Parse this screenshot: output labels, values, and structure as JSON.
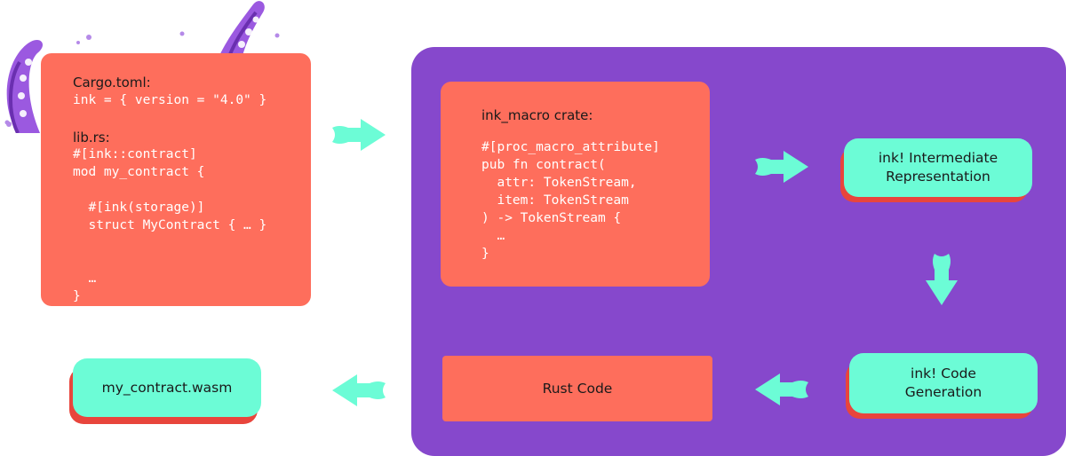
{
  "colors": {
    "coral": "#fe6e5c",
    "mint": "#6cfcd6",
    "purple": "#8648cc",
    "shadow_red": "#e8453c",
    "tentacle": "#9b59e0"
  },
  "source_box": {
    "cargo_label": "Cargo.toml:",
    "cargo_line": "ink = { version = \"4.0\" }",
    "lib_label": "lib.rs:",
    "lines": [
      "#[ink::contract]",
      "mod my_contract {",
      "",
      "  #[ink(storage)]",
      "  struct MyContract { … }",
      "",
      "",
      "  …",
      "}"
    ]
  },
  "macro_box": {
    "title": "ink_macro crate:",
    "lines": [
      "#[proc_macro_attribute]",
      "pub fn contract(",
      "  attr: TokenStream,",
      "  item: TokenStream",
      ") -> TokenStream {",
      "  …",
      "}"
    ]
  },
  "ir_box": {
    "line1": "ink! Intermediate",
    "line2": "Representation"
  },
  "codegen_box": {
    "line1": "ink! Code",
    "line2": "Generation"
  },
  "rust_box": {
    "label": "Rust Code"
  },
  "wasm_box": {
    "label": "my_contract.wasm"
  },
  "icons": [
    "arrow-right-icon",
    "arrow-down-icon",
    "arrow-left-icon",
    "tentacle-icon"
  ]
}
